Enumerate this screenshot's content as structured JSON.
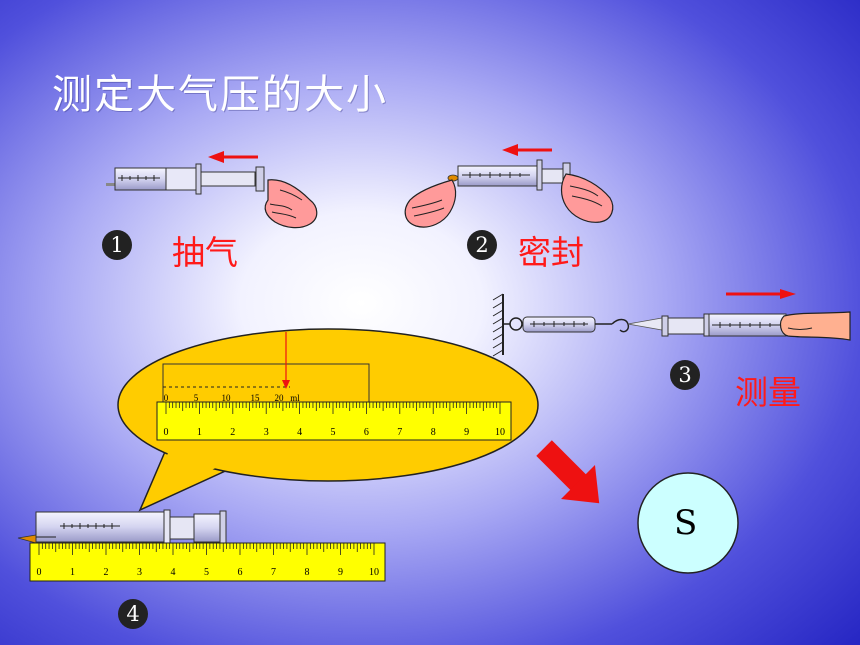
{
  "slide": {
    "title": "测定大气压的大小",
    "colors": {
      "background_center": "#ffffff",
      "background_edge": "#2a2ac8",
      "step_text": "#ff1a1a",
      "arrow": "#ee1111",
      "bubble": "#ffcc00",
      "ruler": "#ffff00",
      "circle": "#ccffff"
    }
  },
  "steps": [
    {
      "number": "1",
      "label": "抽气",
      "icon": "syringe-with-hand-icon"
    },
    {
      "number": "2",
      "label": "密封",
      "icon": "syringe-with-hands-icon"
    },
    {
      "number": "3",
      "label": "测量",
      "icon": "spring-scale-syringe-icon"
    },
    {
      "number": "4",
      "label": "",
      "icon": "syringe-on-ruler-icon"
    }
  ],
  "zoom_bubble": {
    "syringe_scale_ticks": [
      "0",
      "5",
      "10",
      "15",
      "20",
      "ml"
    ],
    "ruler_ticks": [
      "0",
      "1",
      "2",
      "3",
      "4",
      "5",
      "6",
      "7",
      "8",
      "9",
      "10"
    ]
  },
  "bottom_ruler": {
    "ticks": [
      "0",
      "1",
      "2",
      "3",
      "4",
      "5",
      "6",
      "7",
      "8",
      "9",
      "10"
    ]
  },
  "result_circle": {
    "symbol": "S"
  }
}
